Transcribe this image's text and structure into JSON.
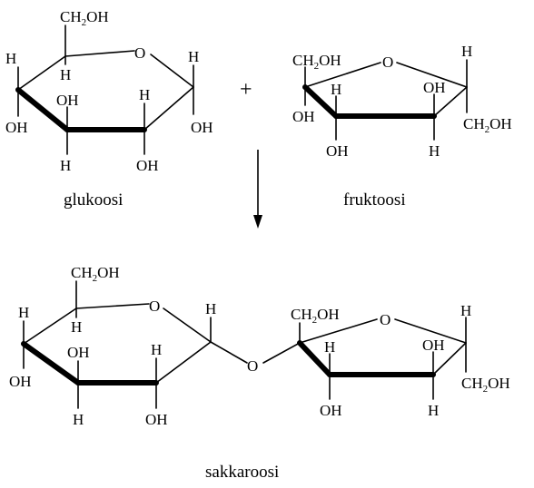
{
  "atoms": {
    "h": "H",
    "o": "O",
    "oh": "OH",
    "ch2oh_pre": "CH",
    "ch2oh_sub": "2",
    "ch2oh_post": "OH"
  },
  "operator": "+",
  "labels": {
    "glucose": "glukoosi",
    "fructose": "fruktoosi",
    "sucrose": "sakkaroosi"
  },
  "colors": {
    "ink": "#000000",
    "background": "#ffffff"
  }
}
